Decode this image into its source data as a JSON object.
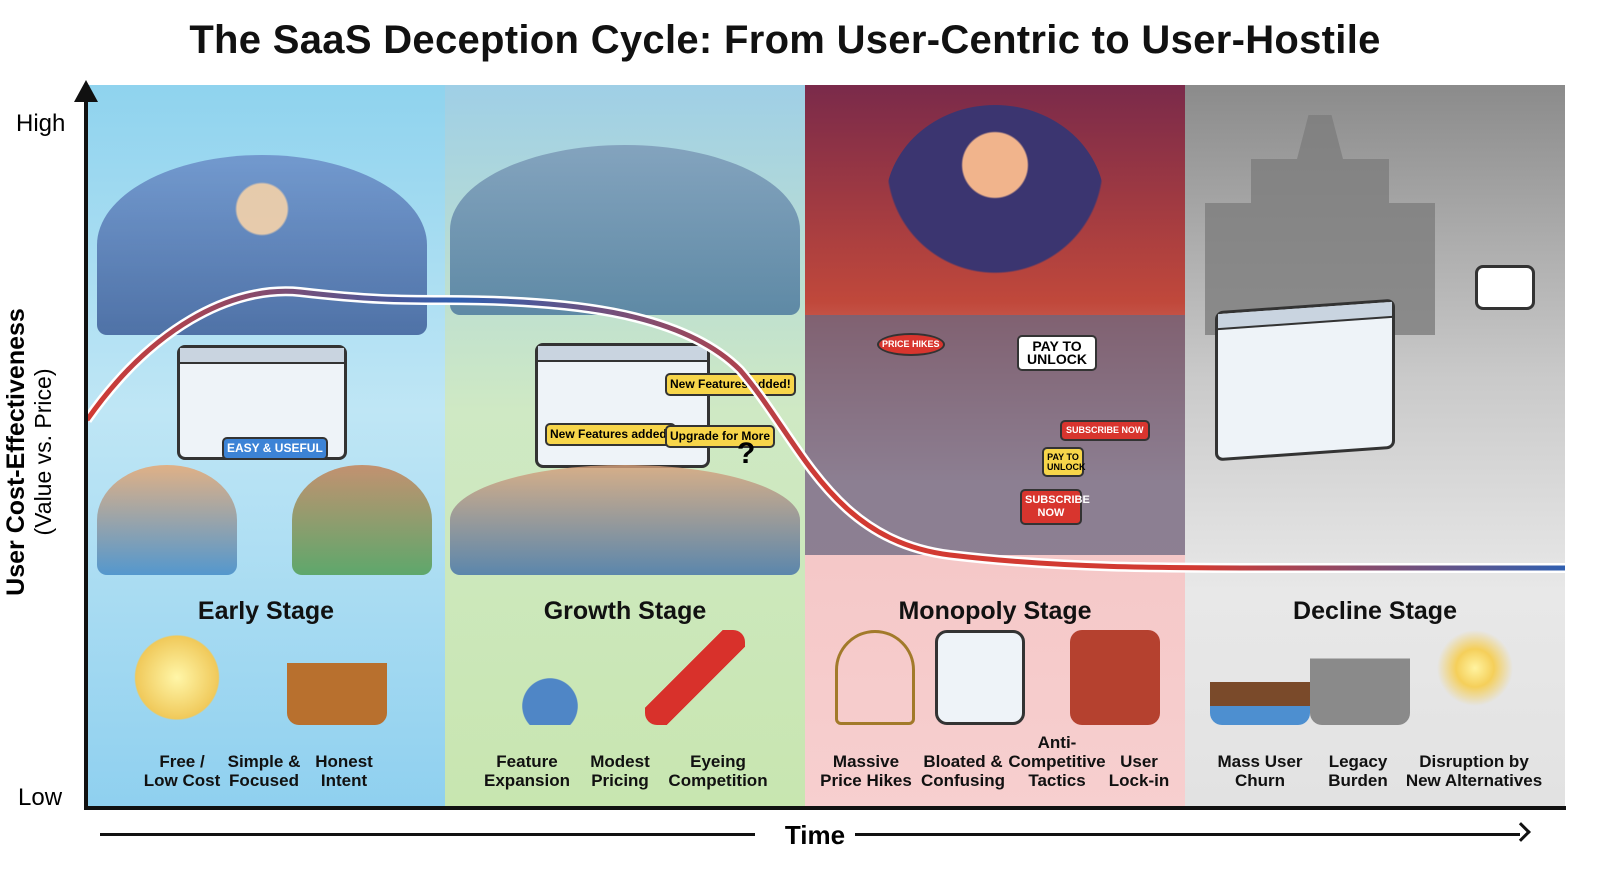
{
  "title": "The SaaS Deception Cycle: From User-Centric to User-Hostile",
  "y_axis": {
    "label": "User Cost-Effectiveness",
    "sublabel": "(Value vs. Price)",
    "high": "High",
    "low": "Low"
  },
  "x_axis": {
    "label": "Time"
  },
  "stages": [
    {
      "name": "Early Stage",
      "badge": "EASY & USEFUL",
      "items": [
        "Free /\nLow Cost",
        "Simple &\nFocused",
        "Honest\nIntent"
      ]
    },
    {
      "name": "Growth Stage",
      "callouts": [
        "New Features added!",
        "New Features added!",
        "Upgrade for More",
        "?"
      ],
      "items": [
        "Feature\nExpansion",
        "Modest\nPricing",
        "Eyeing\nCompetition"
      ]
    },
    {
      "name": "Monopoly Stage",
      "callouts": [
        "PRICE HIKES",
        "PAY TO UNLOCK",
        "PAY TO UNLOCK",
        "SUBSCRIBE NOW",
        "SUBSCRIBE NOW"
      ],
      "items": [
        "Massive\nPrice Hikes",
        "Bloated &\nConfusing",
        "Anti-\nCompetitive\nTactics",
        "User\nLock-in"
      ]
    },
    {
      "name": "Decline Stage",
      "items": [
        "Mass User\nChurn",
        "Legacy\nBurden",
        "Disruption by\nNew Alternatives"
      ]
    }
  ],
  "curve_color_high": "#d23a32",
  "curve_color_low": "#2f5fb0"
}
